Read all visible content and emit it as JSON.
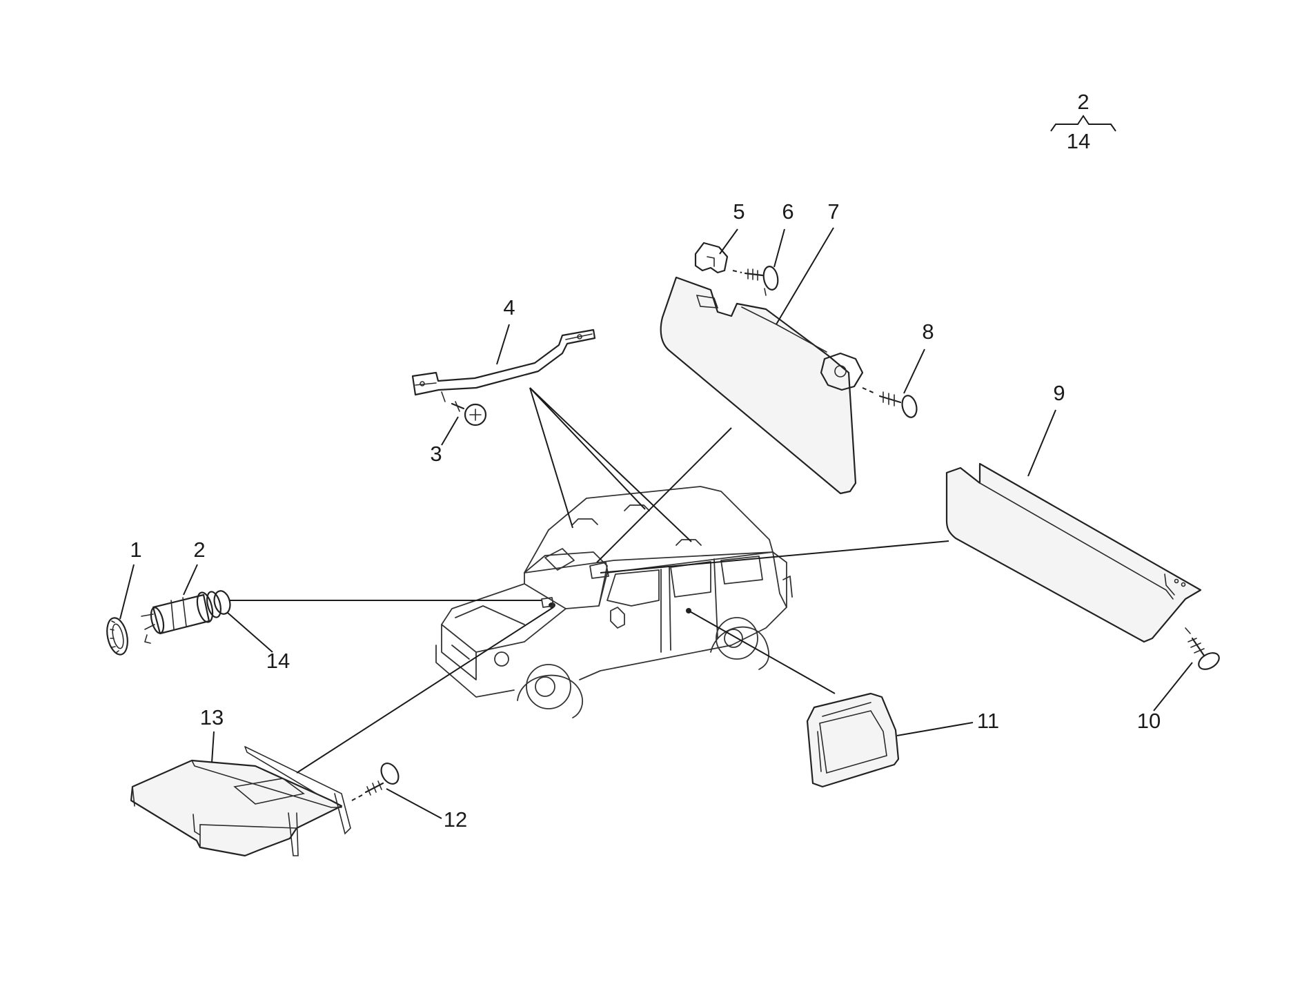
{
  "callouts": {
    "group_top": "2",
    "group_bottom": "14",
    "p1": "1",
    "p2": "2",
    "p3": "3",
    "p4": "4",
    "p5": "5",
    "p6": "6",
    "p7": "7",
    "p8": "8",
    "p9": "9",
    "p10": "10",
    "p11": "11",
    "p12": "12",
    "p13": "13",
    "p14": "14"
  }
}
